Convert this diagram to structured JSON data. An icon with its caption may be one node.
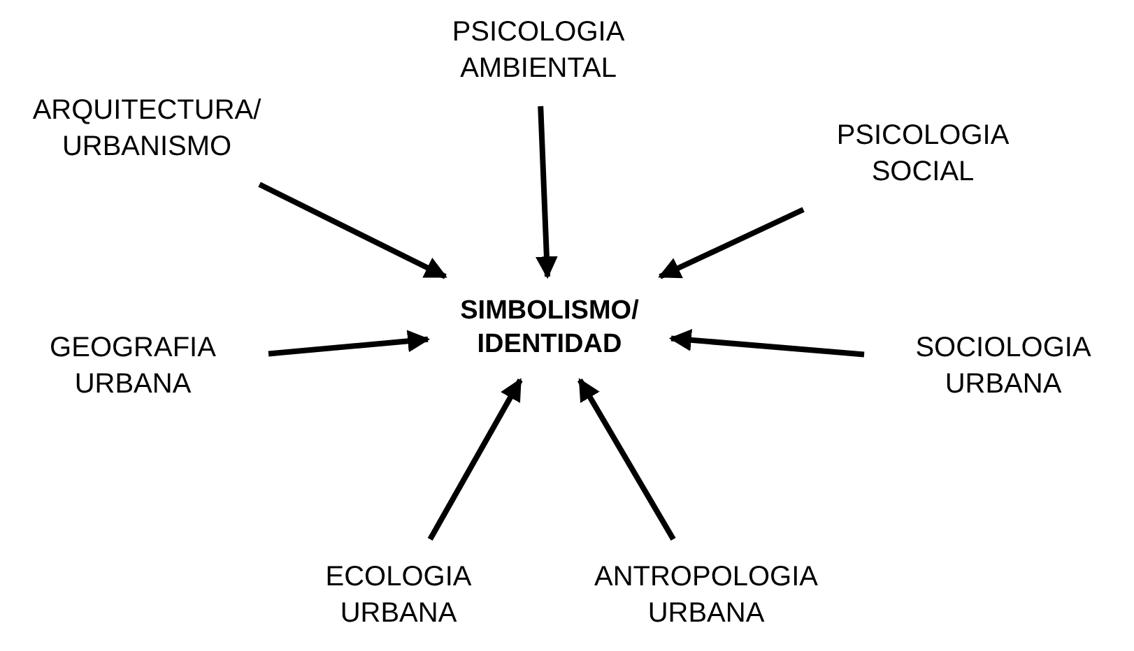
{
  "diagram": {
    "nodes": [
      {
        "text": [
          "SIMBOLISMO/ IDENTIDAD"
        ]
      },
      {
        "text": [
          "PSICOLOGIA AMBIENTAL"
        ]
      },
      {
        "text": [
          "ARQUITECTURA/ URBANISMO"
        ]
      },
      {
        "text": [
          "PSICOLOGIA SOCIAL"
        ]
      },
      {
        "text": [
          "GEOGRAFIA URBANA"
        ]
      },
      {
        "text": [
          "SOCIOLOGIA URBANA"
        ]
      },
      {
        "text": [
          "ECOLOGIA URBANA"
        ]
      },
      {
        "text": [
          "ANTROPOLOGIA URBANA"
        ]
      }
    ],
    "edges": [
      {
        "from": 1,
        "to": 0,
        "arrow": "to"
      },
      {
        "from": 2,
        "to": 0,
        "arrow": "to"
      },
      {
        "from": 3,
        "to": 0,
        "arrow": "to"
      },
      {
        "from": 4,
        "to": 0,
        "arrow": "to"
      },
      {
        "from": 5,
        "to": 0,
        "arrow": "to"
      },
      {
        "from": 6,
        "to": 0,
        "arrow": "to"
      },
      {
        "from": 7,
        "to": 0,
        "arrow": "to"
      }
    ]
  }
}
